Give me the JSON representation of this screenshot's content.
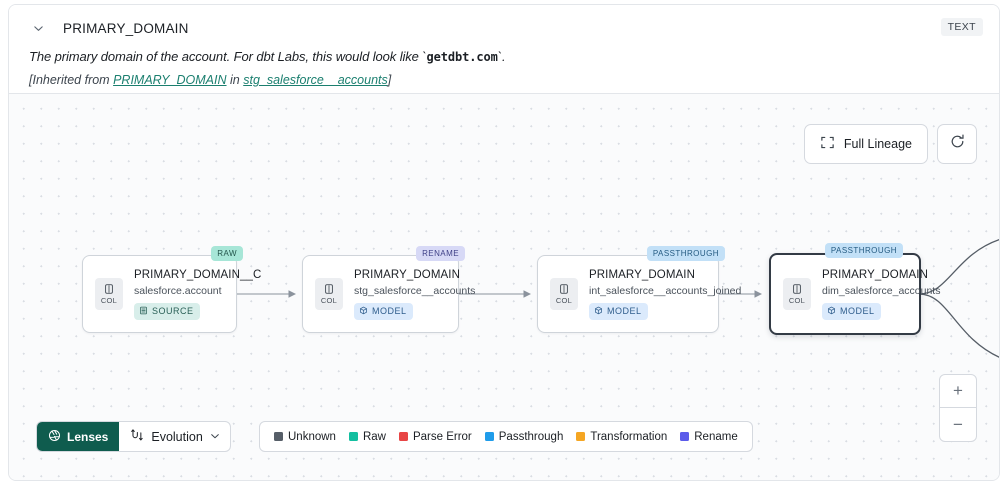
{
  "header": {
    "chevron_icon": "chevron-down-icon",
    "title": "PRIMARY_DOMAIN",
    "type_badge": "TEXT",
    "description_prefix": "The primary domain of the account. For dbt Labs, this would look like `",
    "description_code": "getdbt.com",
    "description_suffix": "`.",
    "inherited_prefix": "[Inherited from ",
    "inherited_link_1": "PRIMARY_DOMAIN",
    "inherited_mid": " in ",
    "inherited_link_2": "stg_salesforce__accounts",
    "inherited_suffix": "]"
  },
  "toolbar": {
    "full_lineage_label": "Full Lineage",
    "full_lineage_icon": "expand-corners-icon",
    "refresh_icon": "refresh-icon"
  },
  "zoom_controls": {
    "zoom_in": "+",
    "zoom_out": "−"
  },
  "lenses": {
    "label": "Lenses",
    "icon": "aperture-icon",
    "evolution_label": "Evolution",
    "evolution_icon": "evolution-flow-icon",
    "evolution_chevron": "chevron-down-icon"
  },
  "legend": {
    "items": [
      {
        "label": "Unknown",
        "color": "#565e68"
      },
      {
        "label": "Raw",
        "color": "#13bfa0"
      },
      {
        "label": "Parse Error",
        "color": "#e84545"
      },
      {
        "label": "Passthrough",
        "color": "#1f9cea"
      },
      {
        "label": "Transformation",
        "color": "#f5a623"
      },
      {
        "label": "Rename",
        "color": "#5b5bea"
      }
    ]
  },
  "lineage": {
    "chip_label": "COL",
    "chip_icon": "column-icon",
    "nodes": [
      {
        "name": "PRIMARY_DOMAIN__C",
        "dataset": "salesforce.account",
        "kind": "SOURCE",
        "kind_icon": "database-icon",
        "tag": "RAW",
        "selected": false
      },
      {
        "name": "PRIMARY_DOMAIN",
        "dataset": "stg_salesforce__accounts",
        "kind": "MODEL",
        "kind_icon": "cube-icon",
        "tag": "RENAME",
        "selected": false
      },
      {
        "name": "PRIMARY_DOMAIN",
        "dataset": "int_salesforce__accounts_joined",
        "kind": "MODEL",
        "kind_icon": "cube-icon",
        "tag": "PASSTHROUGH",
        "selected": false
      },
      {
        "name": "PRIMARY_DOMAIN",
        "dataset": "dim_salesforce_accounts",
        "kind": "MODEL",
        "kind_icon": "cube-icon",
        "tag": "PASSTHROUGH",
        "selected": true
      }
    ]
  }
}
